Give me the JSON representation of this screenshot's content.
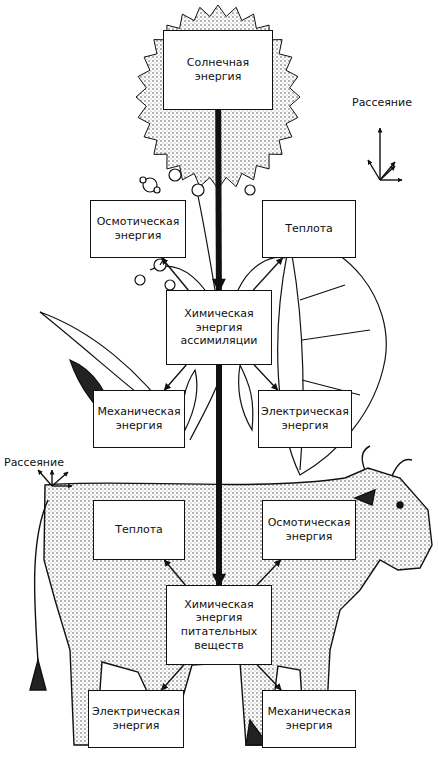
{
  "diagram": {
    "nodes": [
      {
        "text": [
          "Солнечная энергия"
        ]
      },
      {
        "text": [
          "Осмотическая энергия"
        ]
      },
      {
        "text": [
          "Теплота"
        ]
      },
      {
        "text": [
          "Химическая энергия ассимиляции"
        ]
      },
      {
        "text": [
          "Механическая энергия"
        ]
      },
      {
        "text": [
          "Электрическая энергия"
        ]
      },
      {
        "text": [
          "Теплота"
        ]
      },
      {
        "text": [
          "Осмотическая энергия"
        ]
      },
      {
        "text": [
          "Химическая энергия питательных веществ"
        ]
      },
      {
        "text": [
          "Электрическая энергия"
        ]
      },
      {
        "text": [
          "Механическая энергия"
        ]
      }
    ],
    "edges": [
      {
        "from": 0,
        "to": 3,
        "arrow": "to"
      },
      {
        "from": 3,
        "to": 1,
        "arrow": "to"
      },
      {
        "from": 3,
        "to": 2,
        "arrow": "to"
      },
      {
        "from": 3,
        "to": 4,
        "arrow": "to"
      },
      {
        "from": 3,
        "to": 5,
        "arrow": "to"
      },
      {
        "from": 3,
        "to": 8,
        "arrow": "to"
      },
      {
        "from": 8,
        "to": 6,
        "arrow": "to"
      },
      {
        "from": 8,
        "to": 7,
        "arrow": "to"
      },
      {
        "from": 8,
        "to": 9,
        "arrow": "to"
      },
      {
        "from": 8,
        "to": 10,
        "arrow": "to"
      }
    ],
    "labels": [
      "Рассеяние",
      "Рассеяние"
    ]
  }
}
